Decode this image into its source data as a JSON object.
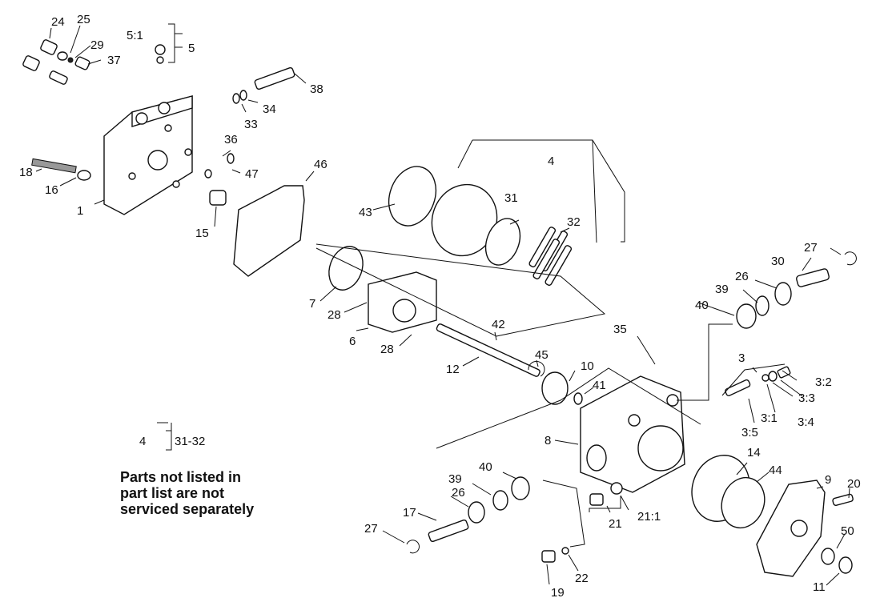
{
  "callouts": {
    "c1": "1",
    "c3": "3",
    "c3_1": "3:1",
    "c3_2": "3:2",
    "c3_3": "3:3",
    "c3_4": "3:4",
    "c3_5": "3:5",
    "c4": "4",
    "c5": "5",
    "c5_1": "5:1",
    "c6": "6",
    "c7": "7",
    "c8": "8",
    "c9": "9",
    "c10": "10",
    "c11": "11",
    "c12": "12",
    "c14": "14",
    "c15": "15",
    "c16": "16",
    "c17": "17",
    "c18": "18",
    "c19": "19",
    "c20": "20",
    "c21": "21",
    "c21_1": "21:1",
    "c22": "22",
    "c24": "24",
    "c25": "25",
    "c26a": "26",
    "c26b": "26",
    "c27a": "27",
    "c27b": "27",
    "c28a": "28",
    "c28b": "28",
    "c29": "29",
    "c30": "30",
    "c31": "31",
    "c32": "32",
    "c33": "33",
    "c34": "34",
    "c35": "35",
    "c36": "36",
    "c37": "37",
    "c38": "38",
    "c39a": "39",
    "c39b": "39",
    "c40a": "40",
    "c40b": "40",
    "c41": "41",
    "c42": "42",
    "c43": "43",
    "c44": "44",
    "c45": "45",
    "c46": "46",
    "c47": "47",
    "c50": "50"
  },
  "legend": {
    "key": "4",
    "range": "31-32"
  },
  "note": {
    "line1": "Parts not listed in",
    "line2": "part list are not",
    "line3": "serviced separately"
  }
}
